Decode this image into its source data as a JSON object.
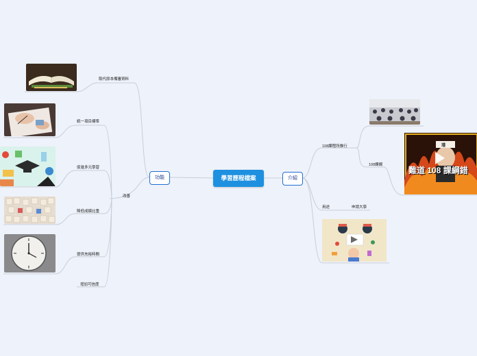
{
  "central": {
    "label": "學習歷程檔案"
  },
  "left_branch": {
    "label": "功能",
    "sub": {
      "label": "改善",
      "items": [
        "取代原本備審資料",
        "統一項目標準",
        "促進多元學習",
        "降低成績比重",
        "提供充裕時間",
        "增加可信度"
      ]
    }
  },
  "right_branch": {
    "label": "介紹",
    "items": [
      {
        "label": "108課程所推行"
      },
      {
        "label": "108課綱"
      },
      {
        "label": "用途"
      },
      {
        "label": "申請大學"
      }
    ]
  },
  "images": {
    "video_caption": "難道 108 課綱錯",
    "video_badge": "瑾"
  },
  "colors": {
    "accent": "#1e90e0",
    "node_border": "#1e6fd0",
    "line": "#c8cdd8",
    "background": "#eef2fa"
  },
  "icons": [
    "play-icon"
  ]
}
